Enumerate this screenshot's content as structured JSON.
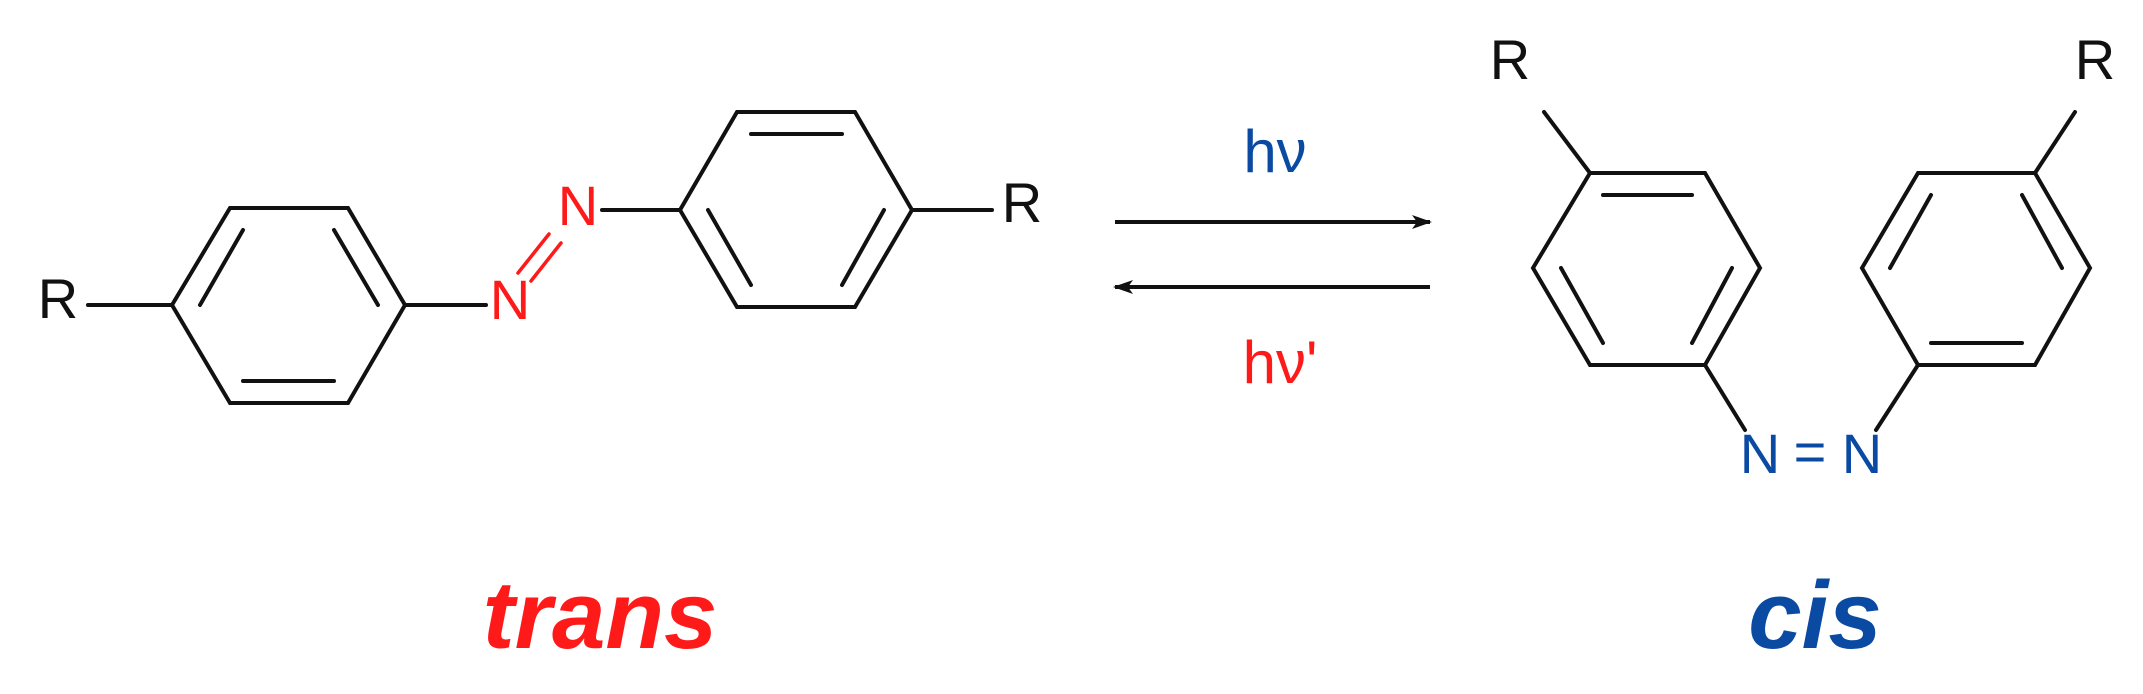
{
  "colors": {
    "trans": "#ff1a1a",
    "cis": "#0a4aa3",
    "bond": "#111111"
  },
  "trans_isomer": {
    "label": "trans",
    "substituent_left": "R",
    "substituent_right": "R",
    "nitrogen_1": "N",
    "nitrogen_2": "N"
  },
  "cis_isomer": {
    "label": "cis",
    "substituent_left": "R",
    "substituent_right": "R",
    "nitrogen_1": "N",
    "nitrogen_2": "N",
    "double_bond": "="
  },
  "conditions": {
    "forward": "hν",
    "reverse": "hν'"
  }
}
